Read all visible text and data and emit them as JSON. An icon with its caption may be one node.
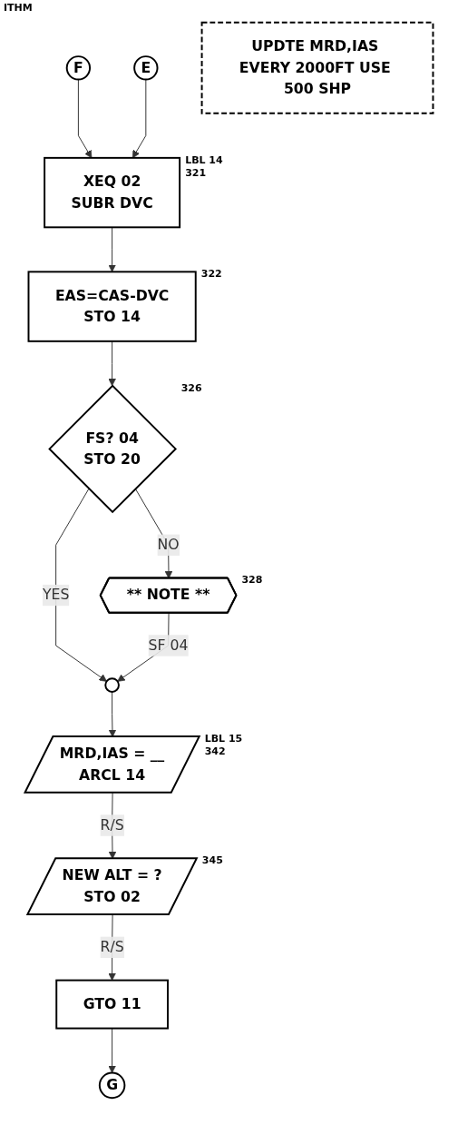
{
  "diagram": {
    "nodes": [
      {
        "text": [
          "F"
        ]
      },
      {
        "text": [
          "E"
        ]
      },
      {
        "text": [
          "XEQ 02",
          "SUBR DVC"
        ],
        "beside": [
          "LBL 14",
          "321"
        ]
      },
      {
        "text": [
          "EAS=CAS-DVC",
          "STO 14"
        ],
        "beside": [
          "322"
        ]
      },
      {
        "text": [
          "FS? 04",
          "STO 20"
        ],
        "beside": [
          "326"
        ]
      },
      {
        "text": [
          "** NOTE **"
        ],
        "beside": [
          "328"
        ]
      },
      {
        "text": [
          "UPDTE MRD,IAS EVERY 2000FT USE 500 SHP"
        ]
      },
      {
        "text": [],
        "shape": "circle"
      },
      {
        "text": [
          "MRD,IAS = __",
          "ARCL 14"
        ],
        "beside": [
          "LBL 15",
          "342"
        ]
      },
      {
        "text": [
          "NEW ALT = ?",
          "STO 02"
        ],
        "beside": [
          "345"
        ]
      },
      {
        "text": [
          "GTO 11"
        ]
      },
      {
        "text": [
          "G"
        ]
      }
    ],
    "edges": [
      {
        "from": 0,
        "to": 2,
        "arrow": "to"
      },
      {
        "from": 1,
        "to": 2,
        "arrow": "to"
      },
      {
        "from": 2,
        "to": 3,
        "arrow": "to"
      },
      {
        "from": 3,
        "to": 4,
        "arrow": "to"
      },
      {
        "from": 4,
        "to": 5,
        "arrow": "to",
        "label": "NO"
      },
      {
        "from": 4,
        "to": 7,
        "arrow": "to",
        "label": "YES"
      },
      {
        "from": 5,
        "to": 7,
        "arrow": "to",
        "label": "SF 04"
      },
      {
        "from": 7,
        "to": 8,
        "arrow": "to"
      },
      {
        "from": 8,
        "to": 9,
        "arrow": "to",
        "label": "R/S"
      },
      {
        "from": 9,
        "to": 10,
        "arrow": "to",
        "label": "R/S"
      },
      {
        "from": 10,
        "to": 11,
        "arrow": "to"
      }
    ],
    "labels": [
      "ITHM"
    ]
  }
}
